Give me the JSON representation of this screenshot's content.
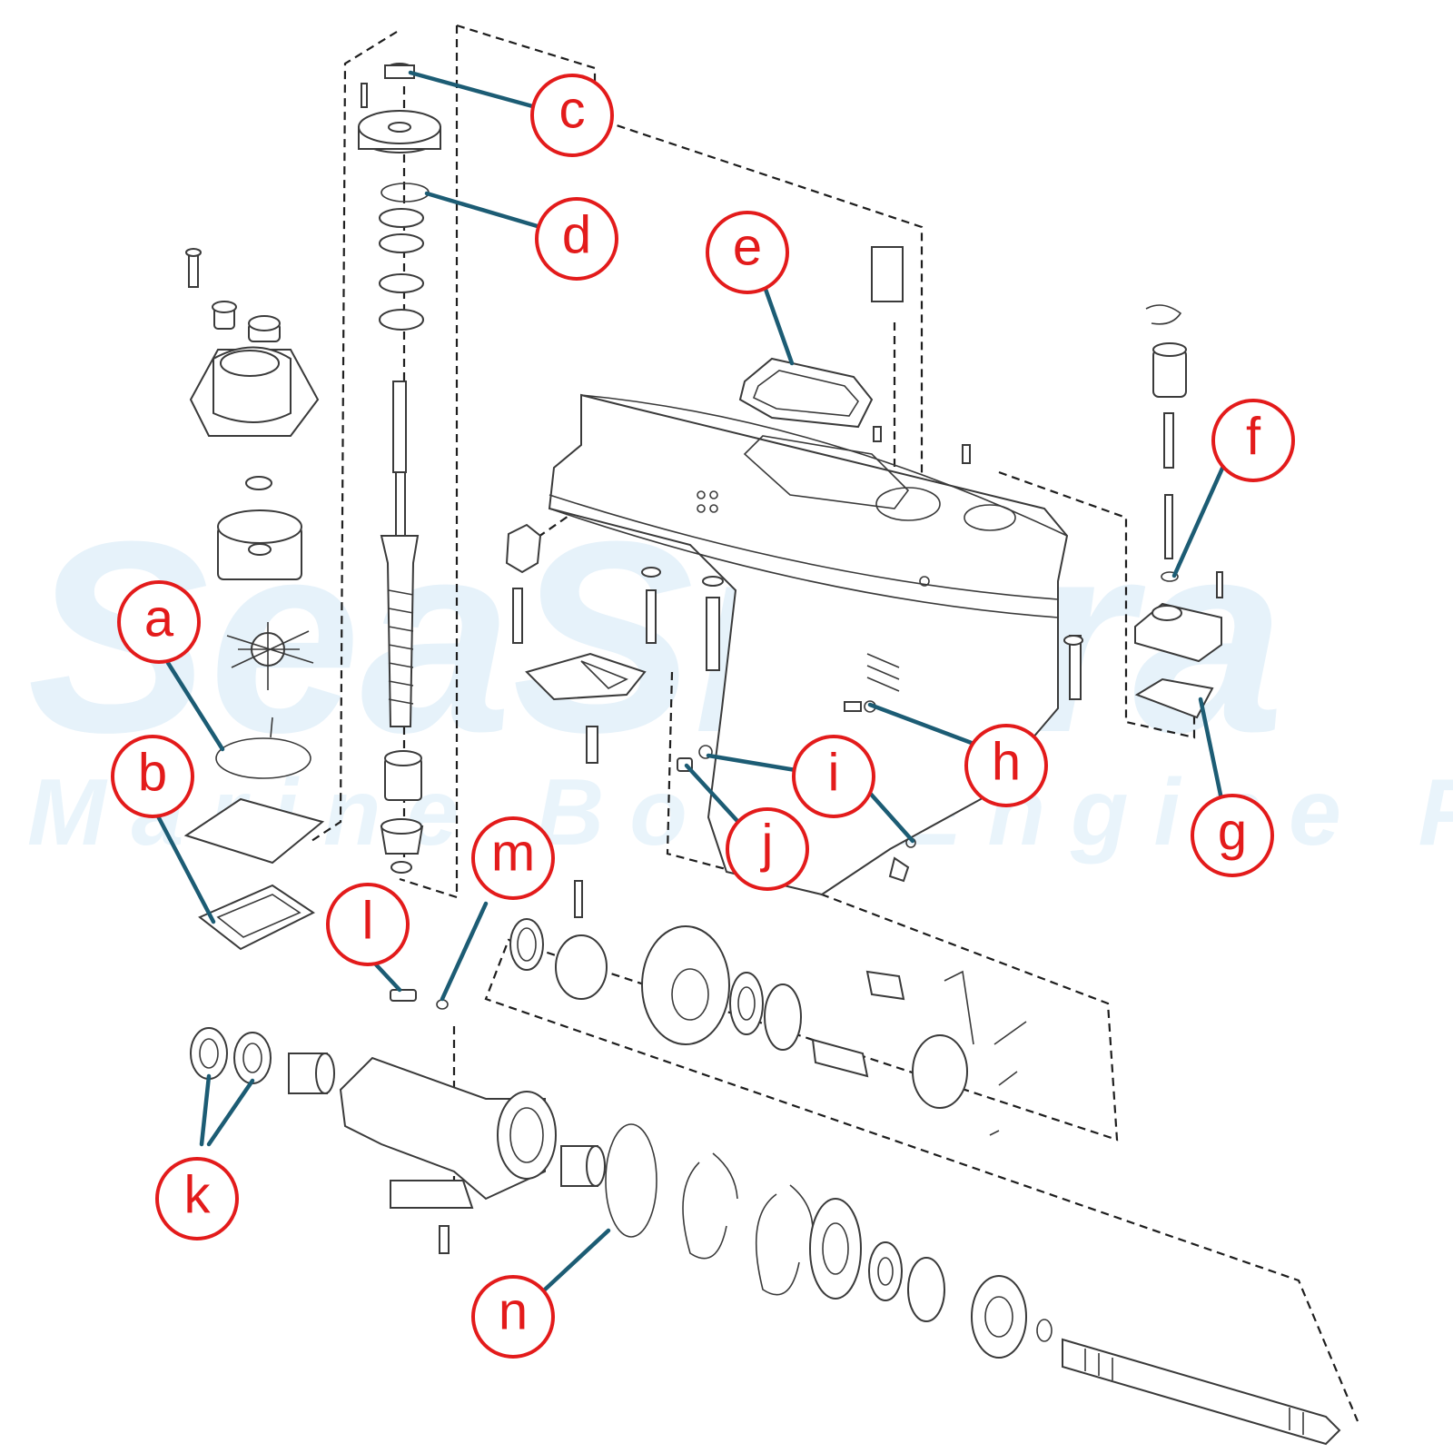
{
  "watermark": {
    "line1": "SeaSierra",
    "line2": "Marine Boat Engine Parts"
  },
  "callouts": [
    {
      "id": "a",
      "label": "a"
    },
    {
      "id": "b",
      "label": "b"
    },
    {
      "id": "c",
      "label": "c"
    },
    {
      "id": "d",
      "label": "d"
    },
    {
      "id": "e",
      "label": "e"
    },
    {
      "id": "f",
      "label": "f"
    },
    {
      "id": "g",
      "label": "g"
    },
    {
      "id": "h",
      "label": "h"
    },
    {
      "id": "i",
      "label": "i"
    },
    {
      "id": "j",
      "label": "j"
    },
    {
      "id": "k",
      "label": "k"
    },
    {
      "id": "l",
      "label": "l"
    },
    {
      "id": "m",
      "label": "m"
    },
    {
      "id": "n",
      "label": "n"
    }
  ],
  "colors": {
    "callout_red": "#e31b1b",
    "leader_teal": "#1c5c74",
    "line_art": "#3a3a3a",
    "watermark": "#e6f2fa"
  }
}
